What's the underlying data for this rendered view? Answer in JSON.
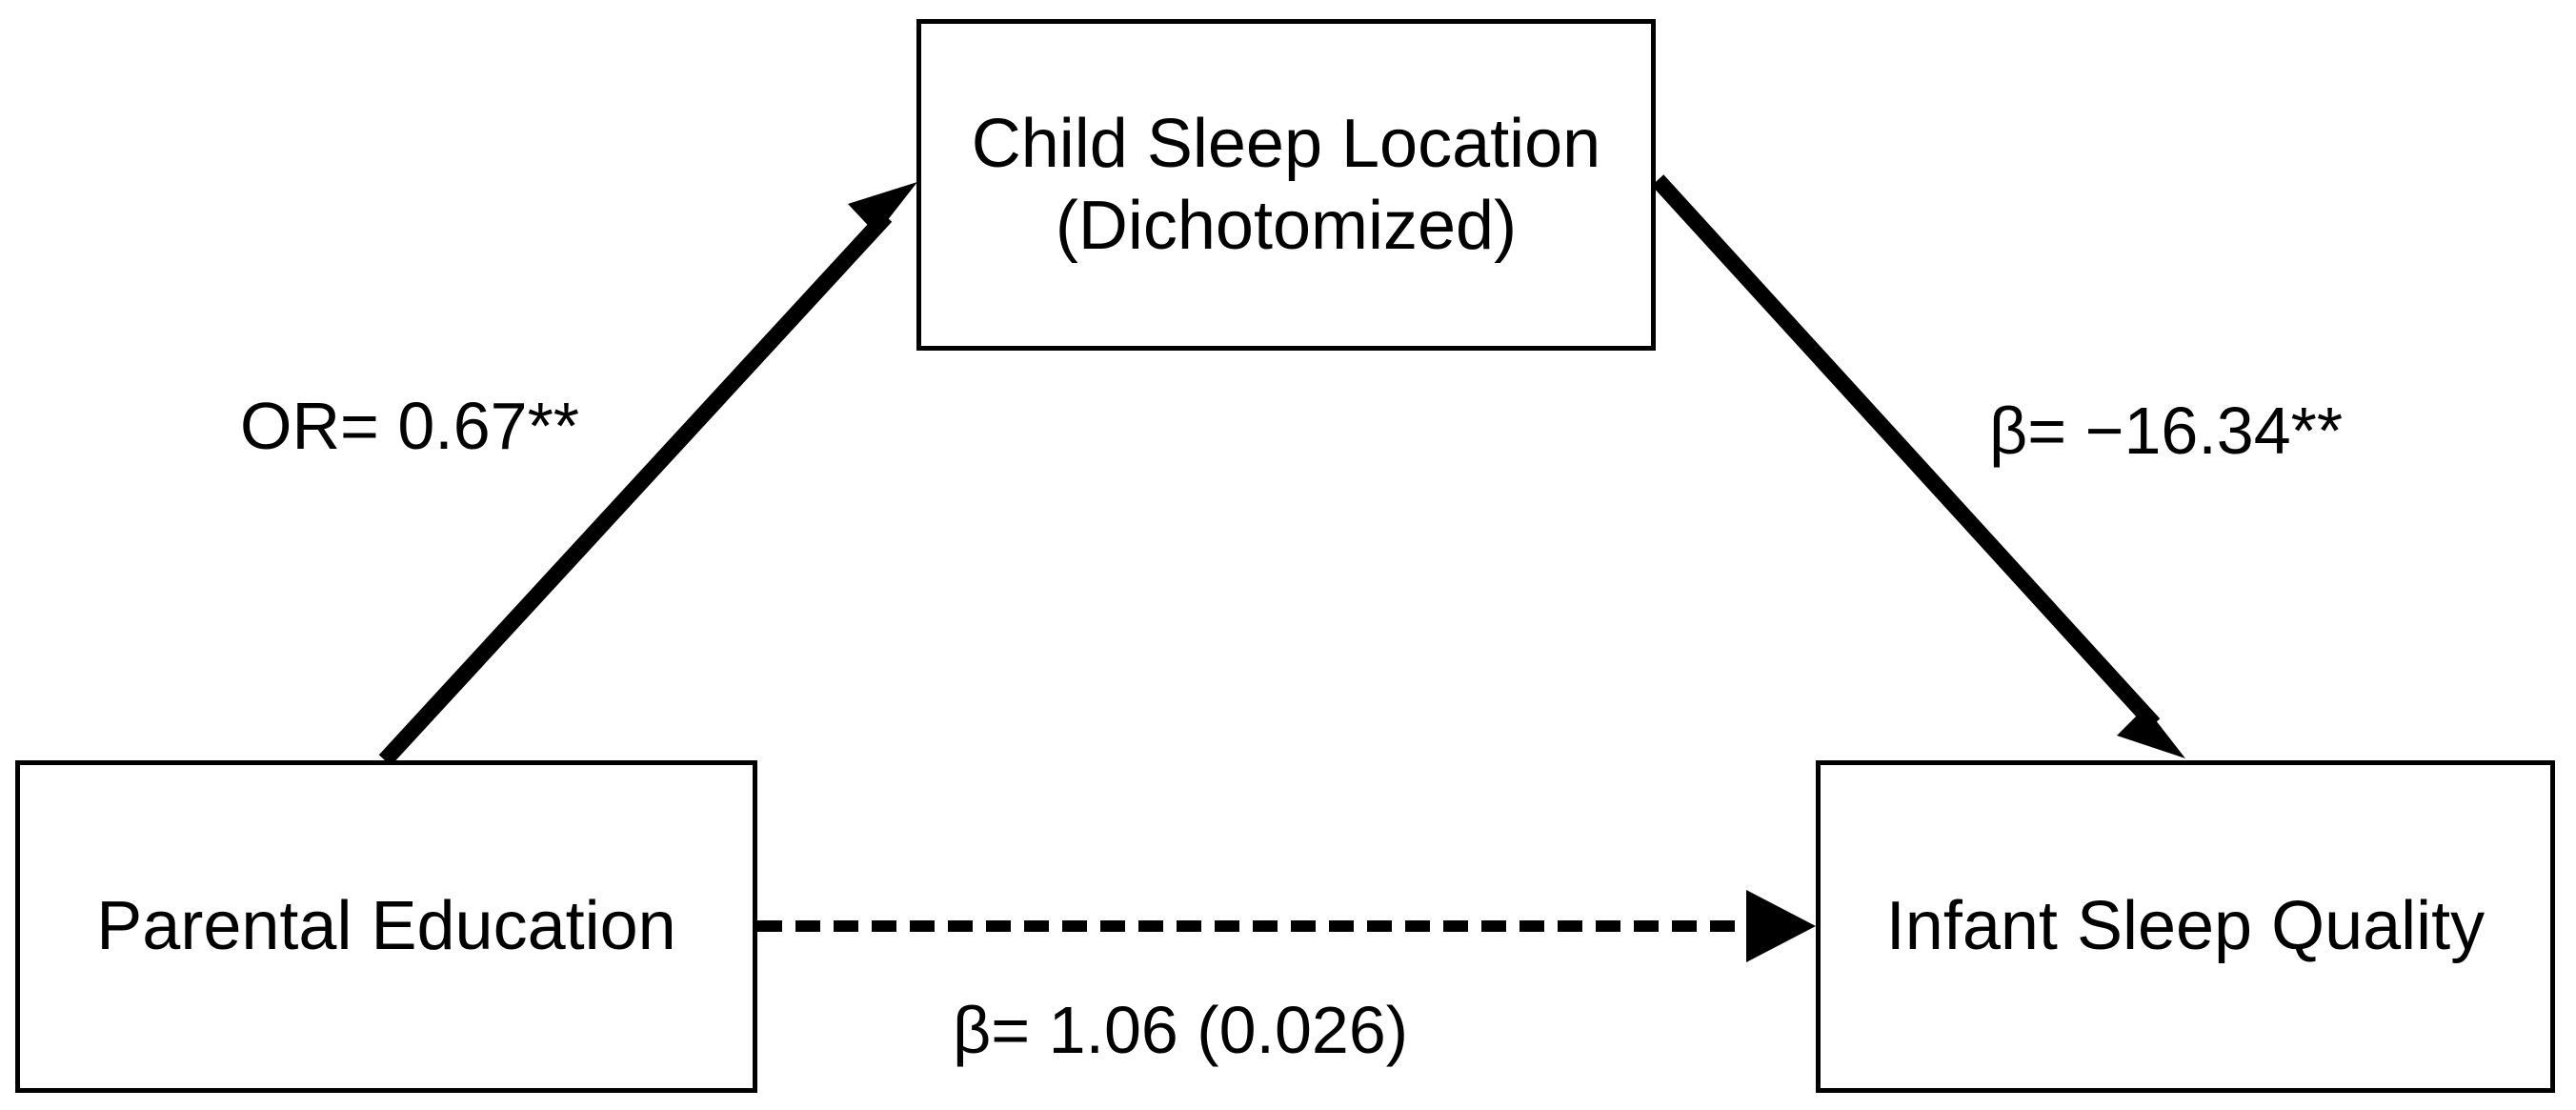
{
  "diagram": {
    "type": "mediation-path-model",
    "background_color": "#ffffff",
    "stroke_color": "#000000",
    "nodes": [
      {
        "id": "mediator",
        "role": "mediator",
        "line1": "Child Sleep Location",
        "line2": "(Dichotomized)"
      },
      {
        "id": "predictor",
        "role": "independent-variable",
        "line1": "Parental Education",
        "line2": ""
      },
      {
        "id": "outcome",
        "role": "dependent-variable",
        "line1": "Infant Sleep Quality",
        "line2": ""
      }
    ],
    "paths": [
      {
        "id": "a-path",
        "from": "predictor",
        "to": "mediator",
        "style": "solid",
        "label": "OR= 0.67**"
      },
      {
        "id": "b-path",
        "from": "mediator",
        "to": "outcome",
        "style": "solid",
        "label": "β= −16.34**"
      },
      {
        "id": "c-path",
        "from": "predictor",
        "to": "outcome",
        "style": "dashed",
        "label": "β= 1.06 (0.026)"
      }
    ]
  }
}
